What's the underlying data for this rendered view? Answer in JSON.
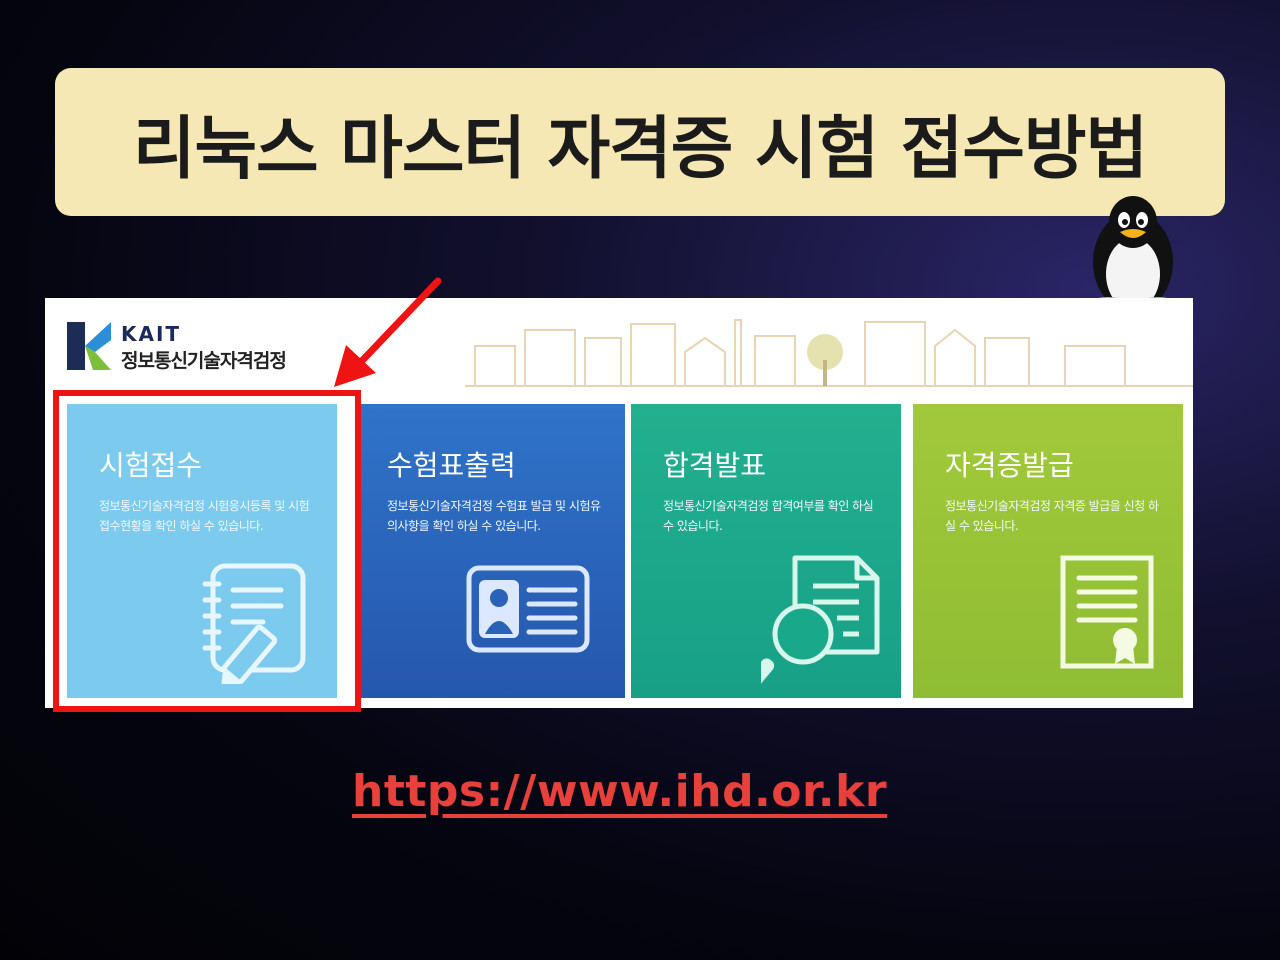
{
  "banner": {
    "title": "리눅스 마스터 자격증 시험 접수방법"
  },
  "site": {
    "logo": {
      "abbr": "KAIT",
      "name": "정보통신기술자격검정"
    },
    "cards": [
      {
        "title": "시험접수",
        "desc": "정보통신기술자격검정 시험응시등록 및 시험접수현황을 확인 하실 수 있습니다.",
        "icon": "notepad-pencil-icon",
        "color": "#7ccbee"
      },
      {
        "title": "수험표출력",
        "desc": "정보통신기술자격검정 수험표 발급 및 시험유의사항을 확인 하실 수 있습니다.",
        "icon": "id-card-icon",
        "color": "#2f74c9"
      },
      {
        "title": "합격발표",
        "desc": "정보통신기술자격검정 합격여부를 확인 하실 수 있습니다.",
        "icon": "document-search-icon",
        "color": "#22b08f"
      },
      {
        "title": "자격증발급",
        "desc": "정보통신기술자격검정 자격증 발급을 신청 하실 수 있습니다.",
        "icon": "certificate-icon",
        "color": "#a2c93b"
      }
    ]
  },
  "url": {
    "text": "https://www.ihd.or.kr"
  },
  "colors": {
    "highlight": "#ee1414",
    "url": "#e8403a",
    "banner": "#f5e8b4"
  }
}
